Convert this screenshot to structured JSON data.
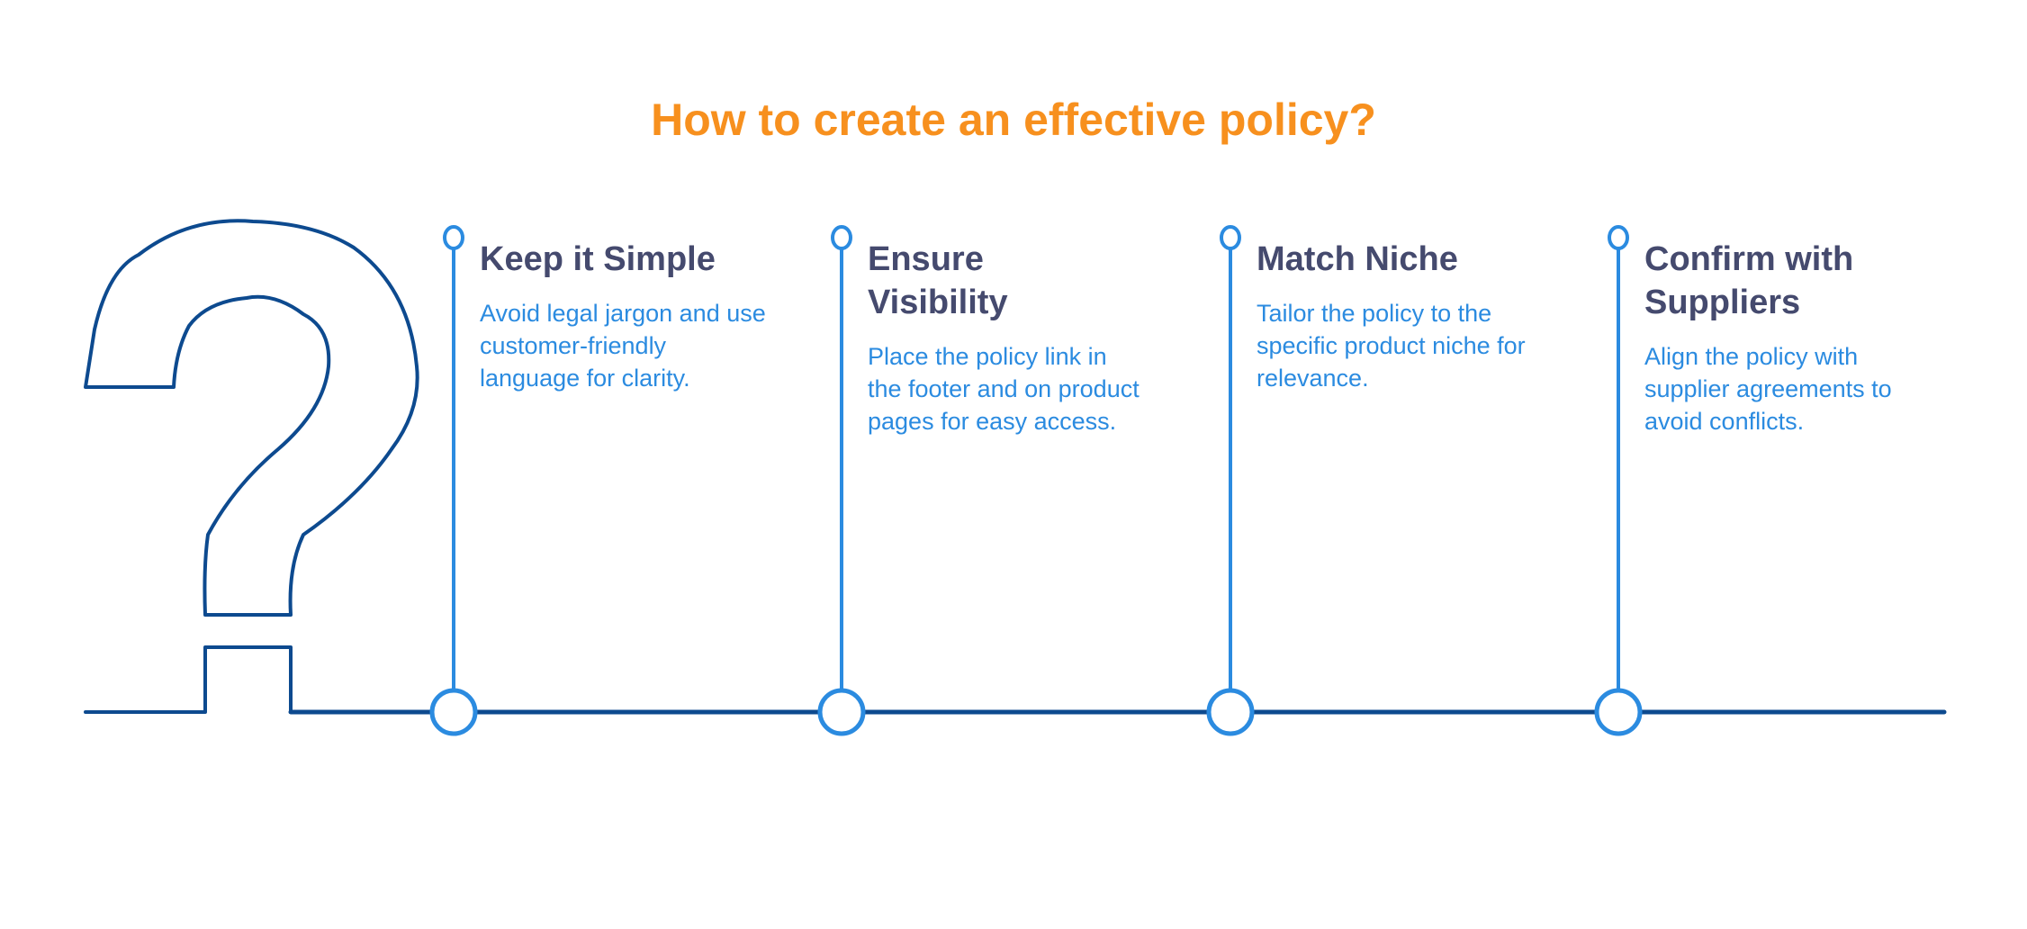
{
  "title": "How to create an effective policy?",
  "colors": {
    "title": "#F7901E",
    "heading": "#454a6e",
    "body": "#2b8be0",
    "line": "#2b8be0",
    "baseline": "#0d4a8f"
  },
  "icon": "question-mark-icon",
  "steps": [
    {
      "heading": "Keep it Simple",
      "body": "Avoid legal jargon and use customer-friendly language for clarity."
    },
    {
      "heading": "Ensure Visibility",
      "body": "Place the policy link in the footer and on product pages for easy access."
    },
    {
      "heading": "Match Niche",
      "body": "Tailor the policy to the specific product niche for relevance."
    },
    {
      "heading": "Confirm with Suppliers",
      "body": "Align the policy with supplier agreements to avoid conflicts."
    }
  ]
}
